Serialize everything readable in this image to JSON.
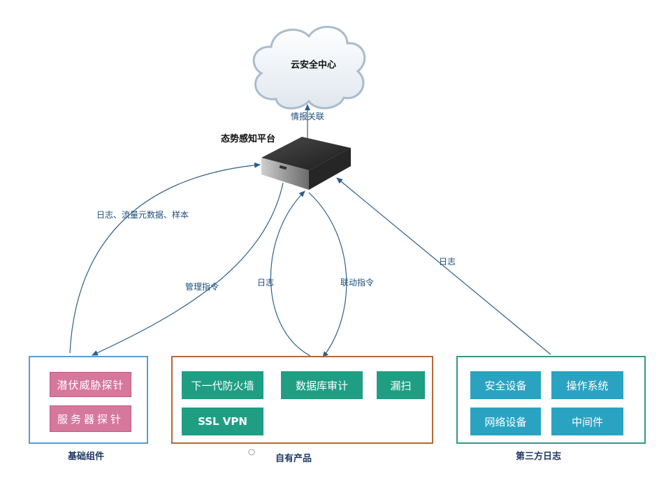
{
  "cloud": {
    "label": "云安全中心"
  },
  "platform": {
    "label": "态势感知平台"
  },
  "edges": {
    "intel": "情报关联",
    "logs_traffic": "日志、流量元数据、样本",
    "mgmt": "管理指令",
    "own_log": "日志",
    "linkage": "联动指令",
    "third_log": "日志"
  },
  "groups": {
    "basic": {
      "label": "基础组件",
      "items": [
        "潜伏威胁探针",
        "服务器探针"
      ]
    },
    "own": {
      "label": "自有产品",
      "items": [
        "下一代防火墙",
        "数据库审计",
        "漏扫",
        "SSL VPN"
      ]
    },
    "third": {
      "label": "第三方日志",
      "items": [
        "安全设备",
        "操作系统",
        "网络设备",
        "中间件"
      ]
    }
  },
  "colors": {
    "arrow": "#2e5f8a",
    "basic_border": "#5b9bd5",
    "own_border": "#b5673a",
    "third_border": "#2e9a87",
    "pink_tile": "#d6789c",
    "teal_tile": "#1f9e84",
    "cyan_tile": "#2aa3c2"
  }
}
